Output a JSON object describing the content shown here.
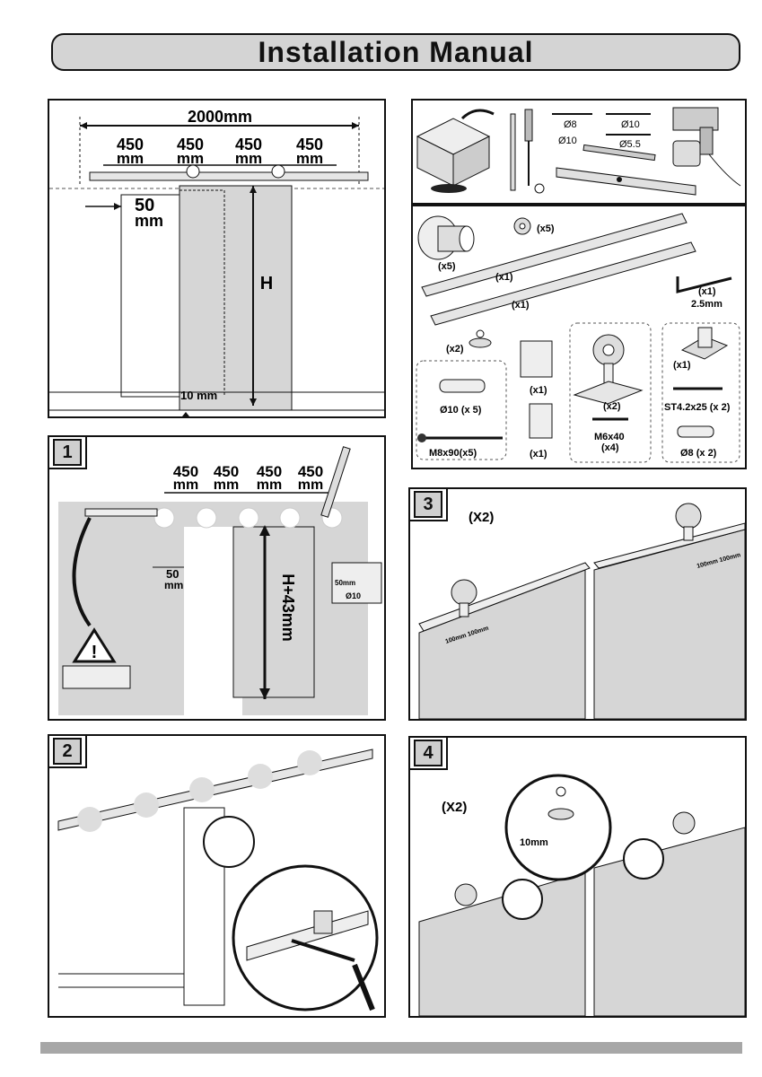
{
  "title": "Installation Manual",
  "overview": {
    "total_width": "2000mm",
    "segments": [
      "450",
      "450",
      "450",
      "450"
    ],
    "segment_unit": "mm",
    "offset_value": "50",
    "offset_unit": "mm",
    "height_label": "H",
    "floor_gap": "10 mm"
  },
  "tools": {
    "drill_bits": [
      "Ø8",
      "Ø10",
      "Ø10",
      "Ø5.5"
    ]
  },
  "parts": {
    "spacer_qty": "(x5)",
    "washer_qty": "(x5)",
    "rail_qty_a": "(x1)",
    "rail_qty_b": "(x1)",
    "allen_key_qty": "(x1)",
    "allen_key_size": "2.5mm",
    "end_stop_qty": "(x2)",
    "anchor_label": "Ø10 (x 5)",
    "bolt_label": "M8x90(x5)",
    "bracket_qty": "(x1)",
    "bracket2_qty": "(x1)",
    "roller_qty": "(x2)",
    "roller_screw_a": "M6x40",
    "roller_screw_b": "(x4)",
    "guide_qty": "(x1)",
    "guide_screw": "ST4.2x25 (x 2)",
    "guide_anchor": "Ø8 (x 2)"
  },
  "steps": [
    {
      "number": "1",
      "segments": [
        "450",
        "450",
        "450",
        "450"
      ],
      "segment_unit": "mm",
      "offset_value": "50",
      "offset_unit": "mm",
      "height_label": "H+43mm",
      "drill_depth": "50mm",
      "drill_bit": "Ø10"
    },
    {
      "number": "2"
    },
    {
      "number": "3",
      "multiplier": "(X2)",
      "distance_left": "100mm 100mm",
      "distance_right": "100mm 100mm"
    },
    {
      "number": "4",
      "multiplier": "(X2)",
      "floor_gap": "10mm"
    }
  ],
  "colors": {
    "panel_fill": "#d6d6d6",
    "badge_fill": "#cfcfcf",
    "footer_bar": "#a7a7a7"
  }
}
